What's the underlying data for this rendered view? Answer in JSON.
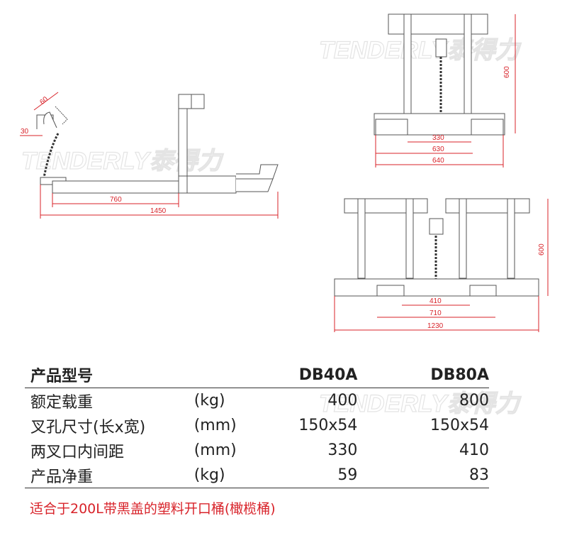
{
  "watermark": "TENDERLY泰得力",
  "drawings": {
    "side_view": {
      "dims": [
        "60",
        "30",
        "760",
        "1450"
      ]
    },
    "db40a_front": {
      "dims": [
        "600",
        "330",
        "630",
        "640"
      ]
    },
    "db80a_front": {
      "dims": [
        "600",
        "410",
        "710",
        "1230"
      ]
    }
  },
  "colors": {
    "dimension": "#d8232a",
    "footer": "#d8232a"
  },
  "table": {
    "headers": [
      "产品型号",
      "",
      "DB40A",
      "DB80A"
    ],
    "rows": [
      {
        "label": "额定载重",
        "unit": "(kg)",
        "db40a": "400",
        "db80a": "800"
      },
      {
        "label": "叉孔尺寸(长x宽)",
        "unit": "(mm)",
        "db40a": "150x54",
        "db80a": "150x54"
      },
      {
        "label": "两叉口内间距",
        "unit": "(mm)",
        "db40a": "330",
        "db80a": "410"
      },
      {
        "label": "产品净重",
        "unit": "(kg)",
        "db40a": "59",
        "db80a": "83"
      }
    ]
  },
  "footer": "适合于200L带黑盖的塑料开口桶(橄榄桶)"
}
